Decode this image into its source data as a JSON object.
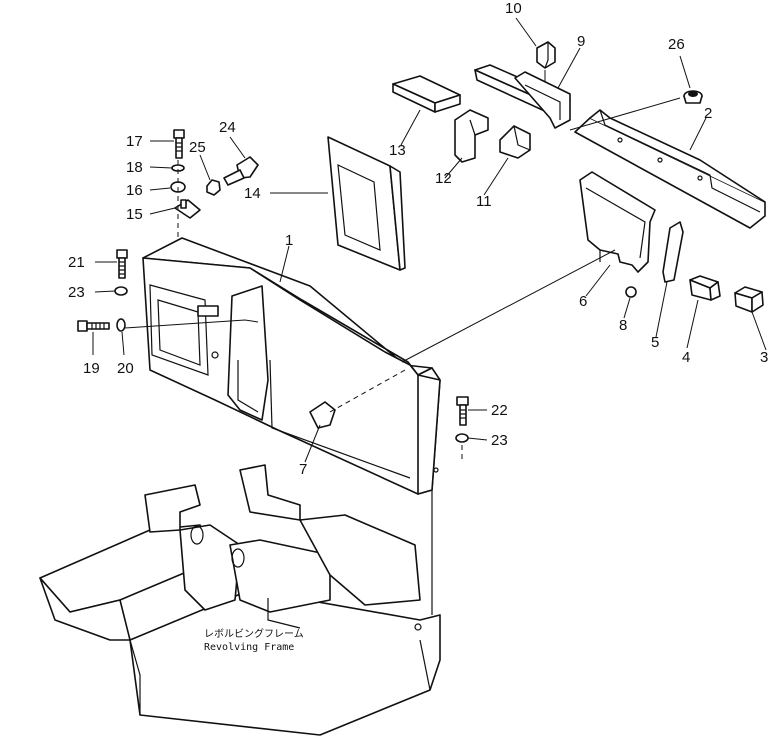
{
  "frame_label": {
    "japanese": "レボルビングフレーム",
    "english": "Revolving Frame"
  },
  "callouts": [
    {
      "id": "c1",
      "text": "1"
    },
    {
      "id": "c2",
      "text": "2"
    },
    {
      "id": "c3",
      "text": "3"
    },
    {
      "id": "c4",
      "text": "4"
    },
    {
      "id": "c5",
      "text": "5"
    },
    {
      "id": "c6",
      "text": "6"
    },
    {
      "id": "c7",
      "text": "7"
    },
    {
      "id": "c8",
      "text": "8"
    },
    {
      "id": "c9",
      "text": "9"
    },
    {
      "id": "c10",
      "text": "10"
    },
    {
      "id": "c11",
      "text": "11"
    },
    {
      "id": "c12",
      "text": "12"
    },
    {
      "id": "c13",
      "text": "13"
    },
    {
      "id": "c14",
      "text": "14"
    },
    {
      "id": "c15",
      "text": "15"
    },
    {
      "id": "c16",
      "text": "16"
    },
    {
      "id": "c17",
      "text": "17"
    },
    {
      "id": "c18",
      "text": "18"
    },
    {
      "id": "c19",
      "text": "19"
    },
    {
      "id": "c20",
      "text": "20"
    },
    {
      "id": "c21",
      "text": "21"
    },
    {
      "id": "c22",
      "text": "22"
    },
    {
      "id": "c23a",
      "text": "23"
    },
    {
      "id": "c23b",
      "text": "23"
    },
    {
      "id": "c24",
      "text": "24"
    },
    {
      "id": "c25",
      "text": "25"
    },
    {
      "id": "c26",
      "text": "26"
    }
  ]
}
